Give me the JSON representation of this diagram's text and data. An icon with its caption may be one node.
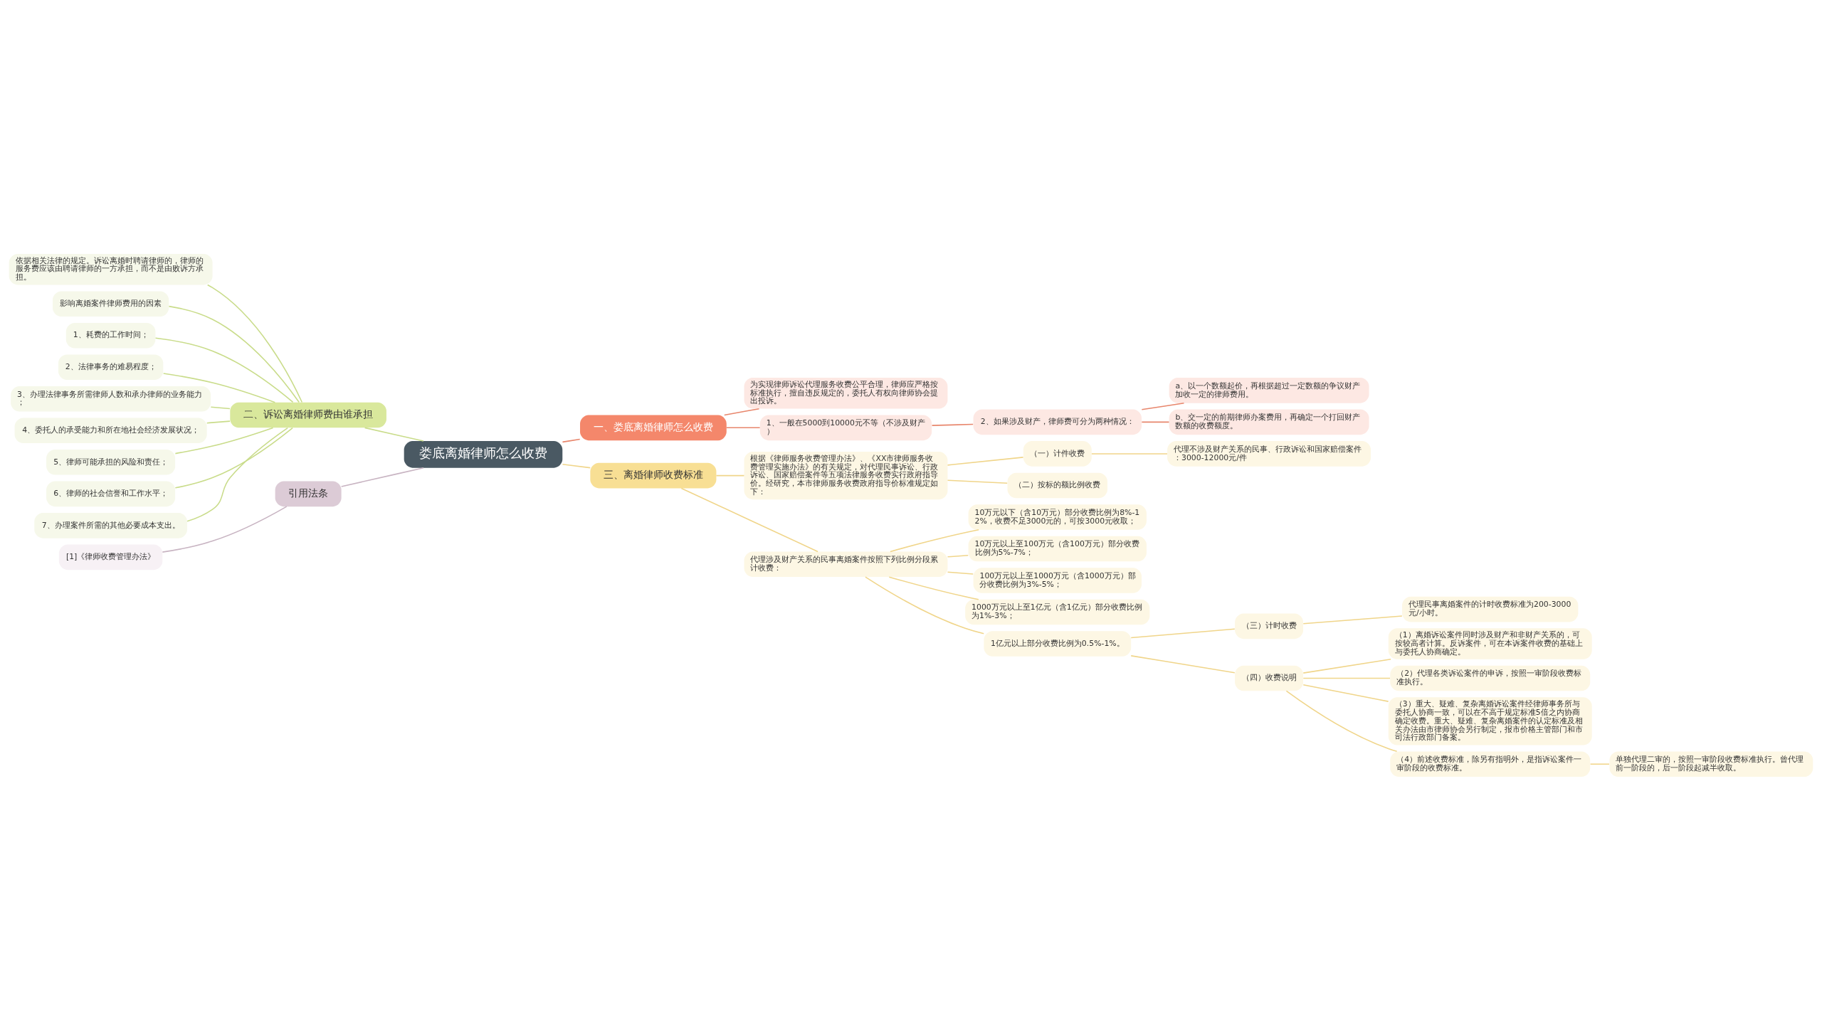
{
  "diagram": {
    "nodes": [
      {
        "text": [
          "娄底离婚律师怎么收费"
        ]
      },
      {
        "text": [
          "一、娄底离婚律师怎么收费"
        ]
      },
      {
        "text": [
          "为实现律师诉讼代理服务收费公平合理，律师应严格按标准执行，擅自违反规定的，委托人有权向律师协会提出投诉。"
        ]
      },
      {
        "text": [
          "1、一般在5000到10000元不等（不涉及财产）"
        ]
      },
      {
        "text": [
          "2、如果涉及财产，律师费可分为两种情况："
        ]
      },
      {
        "text": [
          "a、以一个数额起价，再根据超过一定数额的争议财产加收一定的律师费用。"
        ]
      },
      {
        "text": [
          "b、交一定的前期律师办案费用，再确定一个打回财产数额的收费额度。"
        ]
      },
      {
        "text": [
          "二、诉讼离婚律师费由谁承担"
        ]
      },
      {
        "text": [
          "依据相关法律的规定。诉讼离婚时聘请律师的，律师的服务费应该由聘请律师的一方承担，而不是由败诉方承担。"
        ]
      },
      {
        "text": [
          "影响离婚案件律师费用的因素"
        ]
      },
      {
        "text": [
          "1、耗费的工作时间；"
        ]
      },
      {
        "text": [
          "2、法律事务的难易程度；"
        ]
      },
      {
        "text": [
          "3、办理法律事务所需律师人数和承办律师的业务能力；"
        ]
      },
      {
        "text": [
          "4、委托人的承受能力和所在地社会经济发展状况；"
        ]
      },
      {
        "text": [
          "5、律师可能承担的风险和责任；"
        ]
      },
      {
        "text": [
          "6、律师的社会信誉和工作水平；"
        ]
      },
      {
        "text": [
          "7、办理案件所需的其他必要成本支出。"
        ]
      },
      {
        "text": [
          "引用法条"
        ]
      },
      {
        "text": [
          "[1]《律师收费管理办法》"
        ]
      },
      {
        "text": [
          "三、离婚律师收费标准"
        ]
      },
      {
        "text": [
          "根据《律师服务收费管理办法》、《XX市律师服务收费管理实施办法》的有关规定，对代理民事诉讼、行政诉讼、国家赔偿案件等五项法律服务收费实行政府指导价。经研究，本市律师服务收费政府指导价标准规定如下："
        ]
      },
      {
        "text": [
          "（一）计件收费"
        ]
      },
      {
        "text": [
          "代理不涉及财产关系的民事、行政诉讼和国家赔偿案件：3000-12000元/件"
        ]
      },
      {
        "text": [
          "（二）按标的额比例收费"
        ]
      },
      {
        "text": [
          "代理涉及财产关系的民事离婚案件按照下列比例分段累计收费："
        ]
      },
      {
        "text": [
          "10万元以下（含10万元）部分收费比例为8%-12%，收费不足3000元的，可按3000元收取；"
        ]
      },
      {
        "text": [
          "10万元以上至100万元（含100万元）部分收费比例为5%-7%；"
        ]
      },
      {
        "text": [
          "100万元以上至1000万元（含1000万元）部分收费比例为3%-5%；"
        ]
      },
      {
        "text": [
          "1000万元以上至1亿元（含1亿元）部分收费比例为1%-3%；"
        ]
      },
      {
        "text": [
          "1亿元以上部分收费比例为0.5%-1%。"
        ]
      },
      {
        "text": [
          "（三）计时收费"
        ]
      },
      {
        "text": [
          "代理民事离婚案件的计时收费标准为200-3000元/小时。"
        ]
      },
      {
        "text": [
          "（四）收费说明"
        ]
      },
      {
        "text": [
          "（1）离婚诉讼案件同时涉及财产和非财产关系的，可按较高者计算。反诉案件，可在本诉案件收费的基础上与委托人协商确定。"
        ]
      },
      {
        "text": [
          "（2）代理各类诉讼案件的申诉，按照一审阶段收费标准执行。"
        ]
      },
      {
        "text": [
          "（3）重大、疑难、复杂离婚诉讼案件经律师事务所与委托人协商一致，可以在不高于规定标准5倍之内协商确定收费。重大、疑难、复杂离婚案件的认定标准及相关办法由市律师协会另行制定，报市价格主管部门和市司法行政部门备案。"
        ]
      },
      {
        "text": [
          "（4）前述收费标准，除另有指明外，是指诉讼案件一审阶段的收费标准。"
        ]
      },
      {
        "text": [
          "单独代理二审的，按照一审阶段收费标准执行。曾代理前一阶段的，后一阶段起减半收取。"
        ]
      }
    ],
    "edges": [
      {
        "from": 0,
        "to": 1,
        "arrow": "none",
        "color": "#e8866c"
      },
      {
        "from": 1,
        "to": 2,
        "arrow": "none",
        "color": "#e8866c"
      },
      {
        "from": 1,
        "to": 3,
        "arrow": "none",
        "color": "#e8866c"
      },
      {
        "from": 3,
        "to": 4,
        "arrow": "none",
        "color": "#e8866c"
      },
      {
        "from": 4,
        "to": 5,
        "arrow": "none",
        "color": "#e8866c"
      },
      {
        "from": 4,
        "to": 6,
        "arrow": "none",
        "color": "#e8866c"
      },
      {
        "from": 0,
        "to": 7,
        "arrow": "none",
        "color": "#c9dc8a"
      },
      {
        "from": 7,
        "to": 8,
        "arrow": "none",
        "color": "#c9dc8a"
      },
      {
        "from": 7,
        "to": 9,
        "arrow": "none",
        "color": "#c9dc8a"
      },
      {
        "from": 7,
        "to": 10,
        "arrow": "none",
        "color": "#c9dc8a"
      },
      {
        "from": 7,
        "to": 11,
        "arrow": "none",
        "color": "#c9dc8a"
      },
      {
        "from": 7,
        "to": 12,
        "arrow": "none",
        "color": "#c9dc8a"
      },
      {
        "from": 7,
        "to": 13,
        "arrow": "none",
        "color": "#c9dc8a"
      },
      {
        "from": 7,
        "to": 14,
        "arrow": "none",
        "color": "#c9dc8a"
      },
      {
        "from": 7,
        "to": 15,
        "arrow": "none",
        "color": "#c9dc8a"
      },
      {
        "from": 7,
        "to": 16,
        "arrow": "none",
        "color": "#c9dc8a"
      },
      {
        "from": 0,
        "to": 17,
        "arrow": "none",
        "color": "#c8b4c2"
      },
      {
        "from": 17,
        "to": 18,
        "arrow": "none",
        "color": "#c8b4c2"
      },
      {
        "from": 0,
        "to": 19,
        "arrow": "none"
      },
      {
        "from": 19,
        "to": 20,
        "arrow": "none"
      },
      {
        "from": 20,
        "to": 21,
        "arrow": "none"
      },
      {
        "from": 21,
        "to": 22,
        "arrow": "none"
      },
      {
        "from": 20,
        "to": 23,
        "arrow": "none"
      },
      {
        "from": 19,
        "to": 24,
        "arrow": "none"
      },
      {
        "from": 24,
        "to": 25,
        "arrow": "none"
      },
      {
        "from": 24,
        "to": 26,
        "arrow": "none"
      },
      {
        "from": 24,
        "to": 27,
        "arrow": "none"
      },
      {
        "from": 24,
        "to": 28,
        "arrow": "none"
      },
      {
        "from": 24,
        "to": 29,
        "arrow": "none"
      },
      {
        "from": 29,
        "to": 30,
        "arrow": "none"
      },
      {
        "from": 30,
        "to": 31,
        "arrow": "none"
      },
      {
        "from": 29,
        "to": 32,
        "arrow": "none"
      },
      {
        "from": 32,
        "to": 33,
        "arrow": "none"
      },
      {
        "from": 32,
        "to": 34,
        "arrow": "none"
      },
      {
        "from": 32,
        "to": 35,
        "arrow": "none"
      },
      {
        "from": 32,
        "to": 36,
        "arrow": "none"
      },
      {
        "from": 36,
        "to": 37,
        "arrow": "none"
      }
    ]
  }
}
